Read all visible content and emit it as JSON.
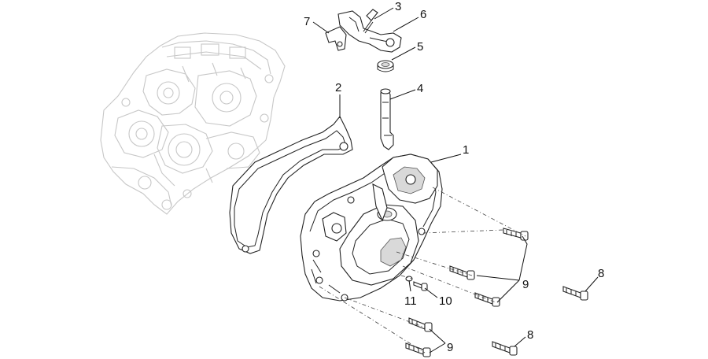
{
  "callouts": [
    {
      "id": "1",
      "label": "1"
    },
    {
      "id": "2",
      "label": "2"
    },
    {
      "id": "3",
      "label": "3"
    },
    {
      "id": "4",
      "label": "4"
    },
    {
      "id": "5",
      "label": "5"
    },
    {
      "id": "6",
      "label": "6"
    },
    {
      "id": "7",
      "label": "7"
    },
    {
      "id": "8a",
      "label": "8"
    },
    {
      "id": "8b",
      "label": "8"
    },
    {
      "id": "9a",
      "label": "9"
    },
    {
      "id": "9b",
      "label": "9"
    },
    {
      "id": "10",
      "label": "10"
    },
    {
      "id": "11",
      "label": "11"
    }
  ]
}
